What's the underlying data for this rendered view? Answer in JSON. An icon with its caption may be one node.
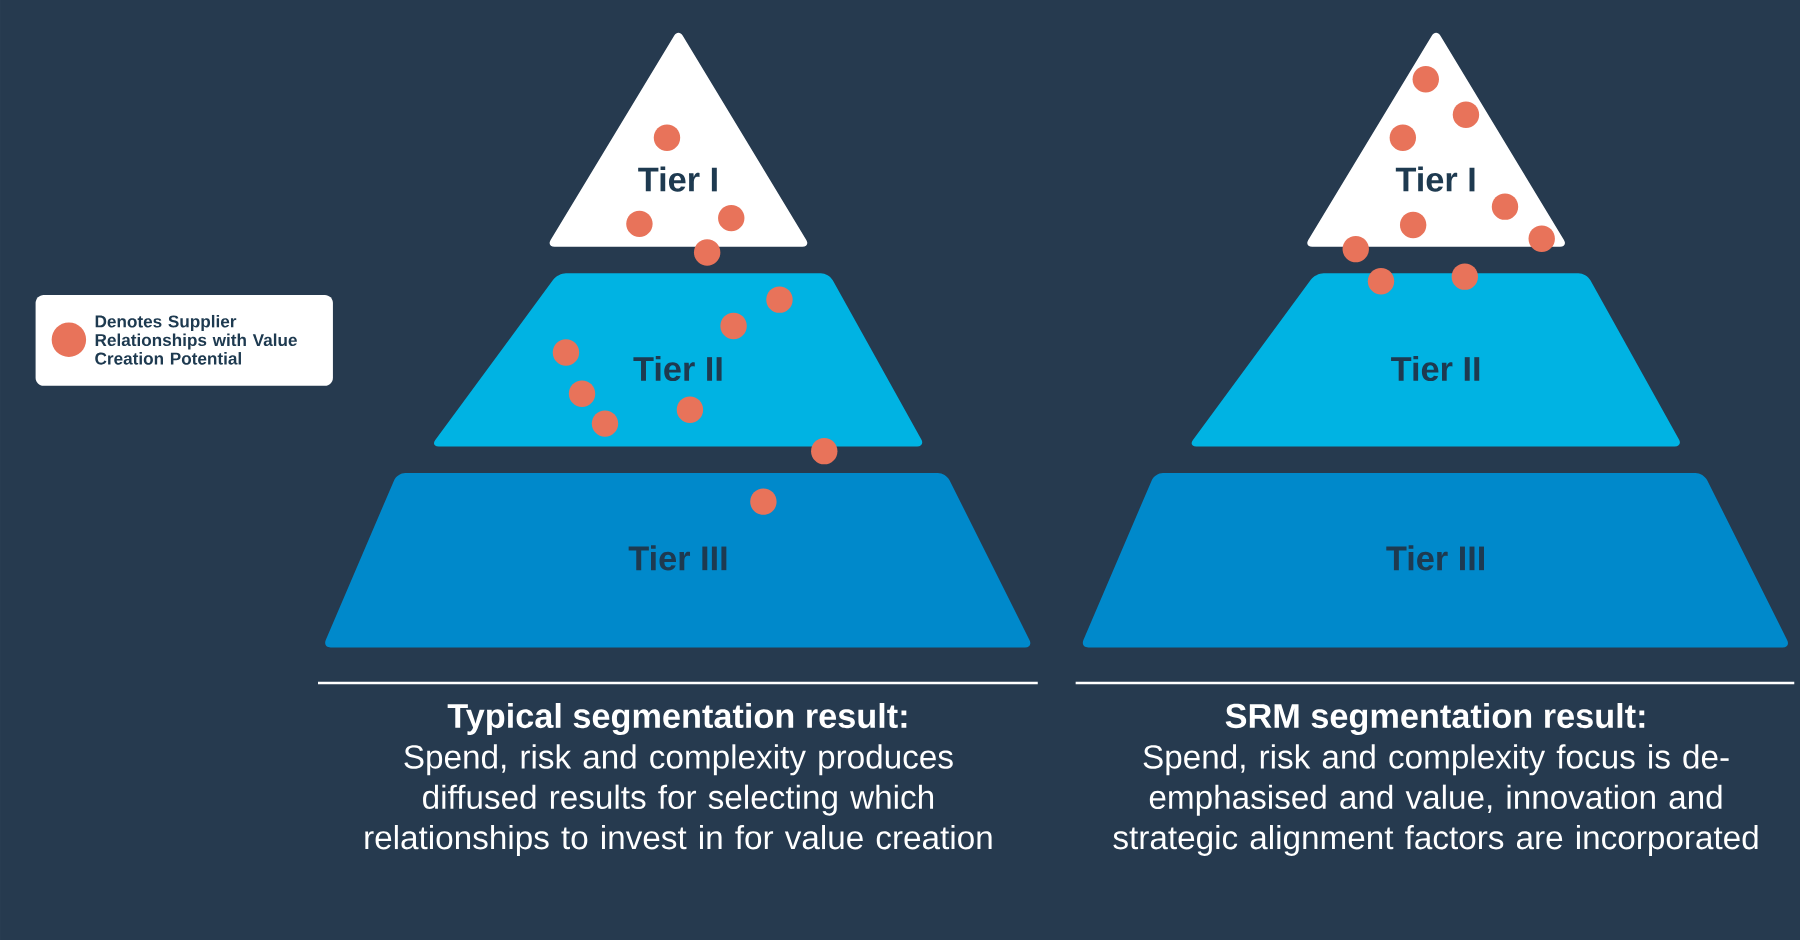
{
  "diagram": {
    "nodes": [
      {
        "text": [
          "Tier I"
        ]
      },
      {
        "text": [
          "Tier II"
        ]
      },
      {
        "text": [
          "Tier III"
        ]
      },
      {
        "text": [
          "Tier I"
        ]
      },
      {
        "text": [
          "Tier II"
        ]
      },
      {
        "text": [
          "Tier III"
        ]
      }
    ],
    "labels": [
      "Typical segmentation result:",
      "Spend, risk and complexity produces diffused results for selecting which relationships to invest in for value creation",
      "SRM segmentation result:",
      "Spend, risk and complexity focus is de-emphasised and value, innovation and strategic alignment factors are incorporated"
    ],
    "legend": [
      {
        "text": "Denotes Supplier Relationships with Value Creation Potential",
        "color": "#e8735a"
      }
    ]
  }
}
